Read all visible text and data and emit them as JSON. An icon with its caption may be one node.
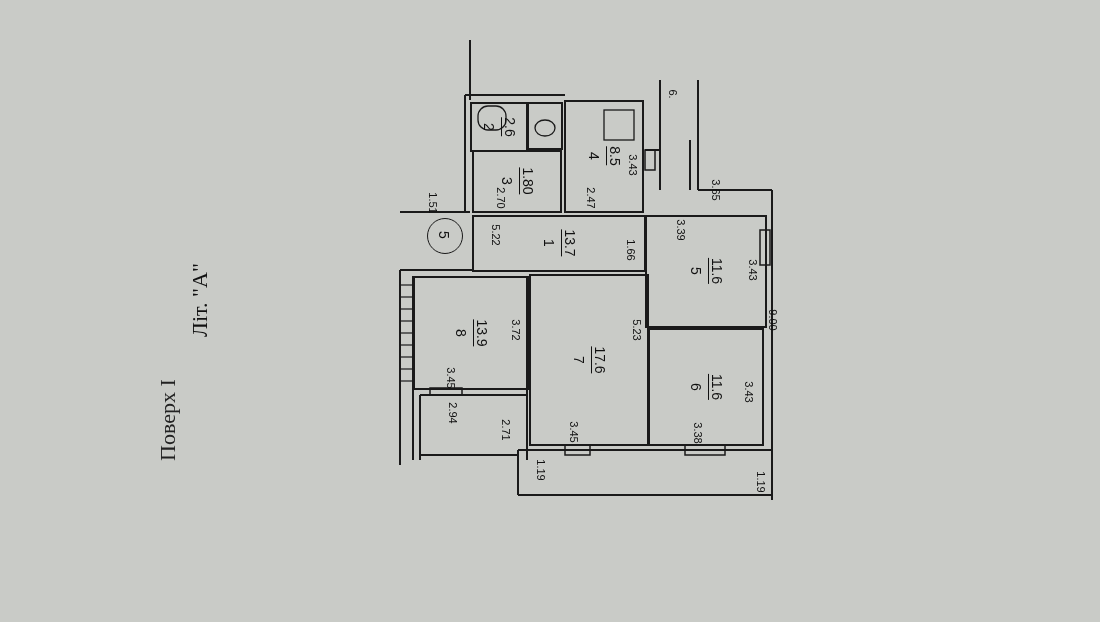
{
  "diagram": {
    "title": "Поверх I",
    "nodes": [
      {
        "text": [
          "2",
          "2.6"
        ]
      },
      {
        "text": [],
        "shape": "box"
      },
      {
        "text": [
          "3",
          "1.80"
        ]
      },
      {
        "text": [
          "4",
          "8.5"
        ]
      },
      {
        "text": [
          "5"
        ]
      },
      {
        "text": [
          "1",
          "13.7"
        ]
      },
      {
        "text": [
          "5",
          "11.6"
        ]
      },
      {
        "text": [
          "8",
          "13.9"
        ]
      },
      {
        "text": [
          "7",
          "17.6"
        ]
      },
      {
        "text": [
          "6",
          "11.6"
        ]
      }
    ],
    "labels": [
      "Літ. \"А\"",
      "1.51",
      "2.70",
      "2.47",
      "3.43",
      "6.",
      "3.65",
      "5.22",
      "1.66",
      "3.39",
      "3.43",
      "3.72",
      "5.23",
      "3.45",
      "2.94",
      "2.71",
      "3.45",
      "3.38",
      "3.43",
      "1.19",
      "1.19",
      "9.00"
    ]
  }
}
